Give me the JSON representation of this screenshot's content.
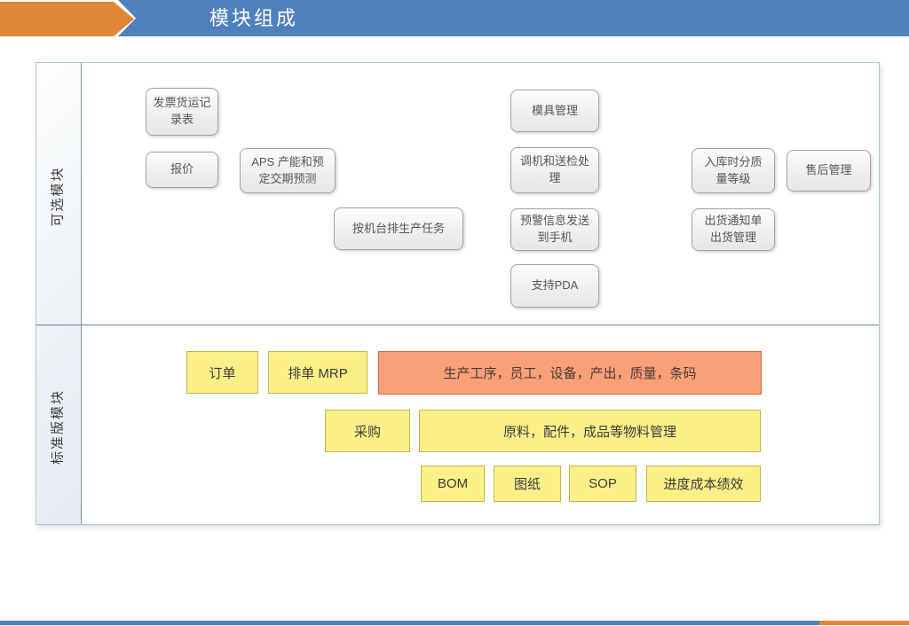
{
  "header": {
    "title": "模块组成"
  },
  "colors": {
    "accent_blue": "#4f81bd",
    "accent_orange": "#e08639",
    "optional_box_fill": "#f2f2f2",
    "standard_yellow_fill": "#faf087",
    "standard_salmon_fill": "#f9a079"
  },
  "sections": {
    "optional": {
      "label": "可选模块",
      "modules": [
        {
          "label": "发票货运记\n录表"
        },
        {
          "label": "报价"
        },
        {
          "label": "APS 产能和预\n定交期预测"
        },
        {
          "label": "按机台排生产任务"
        },
        {
          "label": "模具管理"
        },
        {
          "label": "调机和送检处\n理"
        },
        {
          "label": "预警信息发送\n到手机"
        },
        {
          "label": "支持PDA"
        },
        {
          "label": "入库时分质\n量等级"
        },
        {
          "label": "售后管理"
        },
        {
          "label": "出货通知单\n出货管理"
        }
      ]
    },
    "standard": {
      "label": "标准版模块",
      "modules": [
        {
          "label": "订单"
        },
        {
          "label": "排单 MRP"
        },
        {
          "label": "生产工序，员工，设备，产出，质量，条码"
        },
        {
          "label": "采购"
        },
        {
          "label": "原料，配件，成品等物料管理"
        },
        {
          "label": "BOM"
        },
        {
          "label": "图纸"
        },
        {
          "label": "SOP"
        },
        {
          "label": "进度成本绩效"
        }
      ]
    }
  }
}
